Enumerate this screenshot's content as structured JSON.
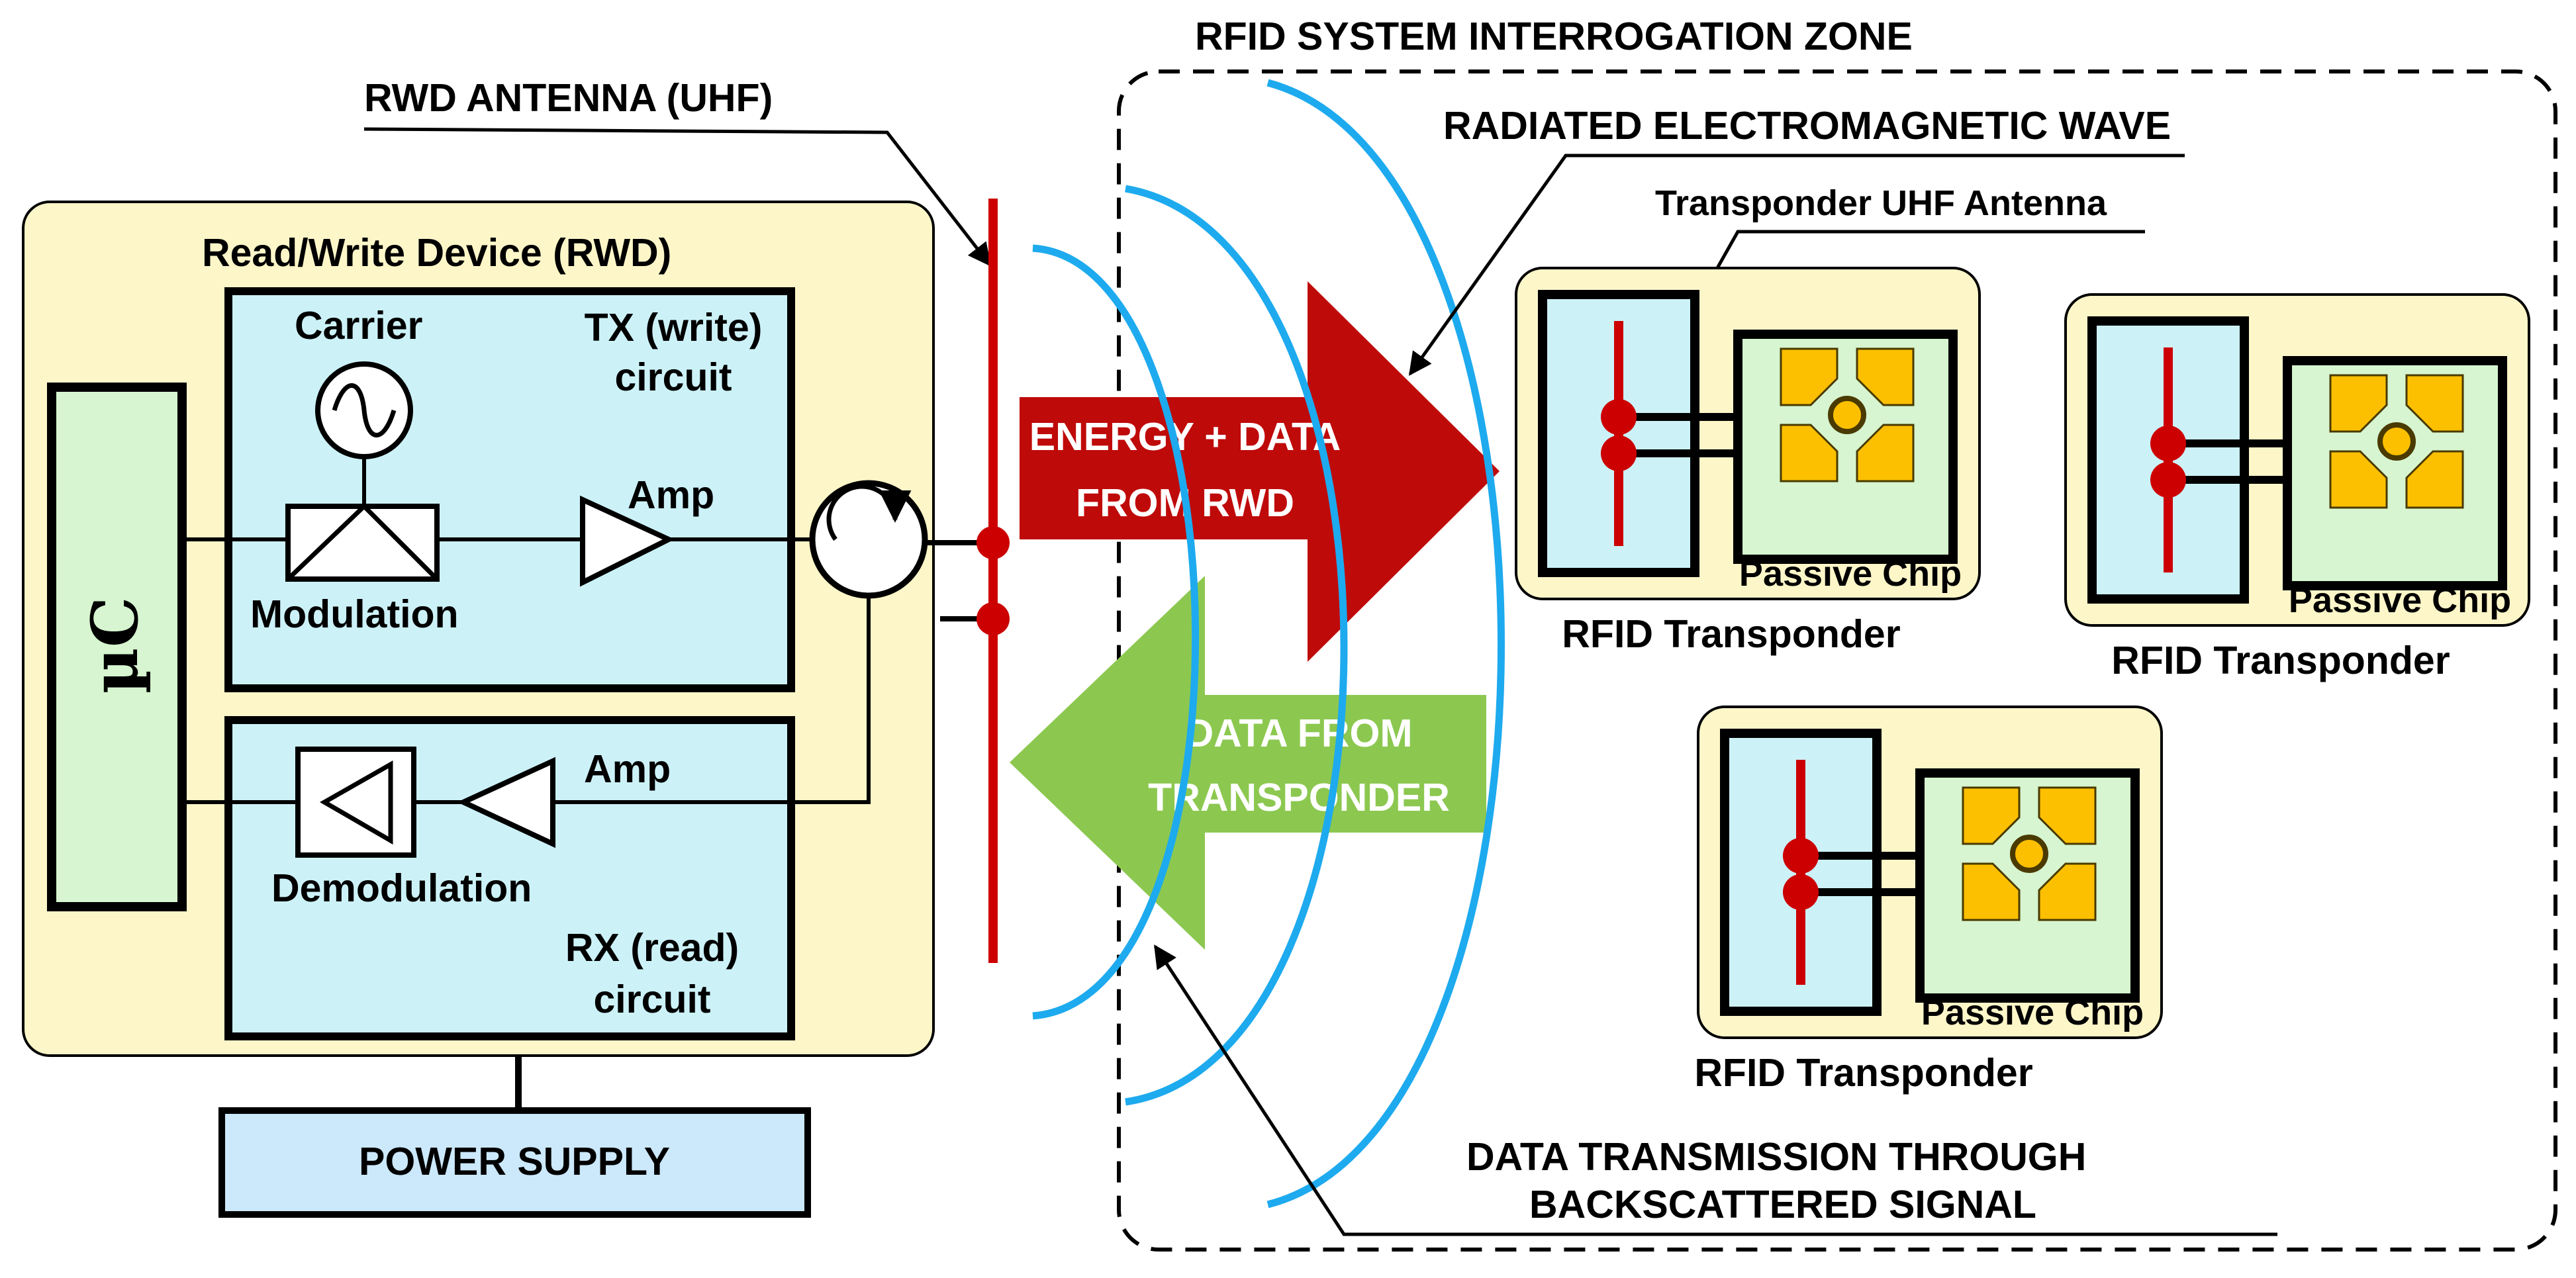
{
  "zone": {
    "title": "RFID SYSTEM INTERROGATION ZONE"
  },
  "labels": {
    "rwd_antenna": "RWD ANTENNA (UHF)",
    "radiated_wave": "RADIATED ELECTROMAGNETIC WAVE",
    "transponder_antenna": "Transponder UHF Antenna",
    "backscatter_line1": "DATA TRANSMISSION THROUGH",
    "backscatter_line2": "BACKSCATTERED SIGNAL"
  },
  "rwd": {
    "title": "Read/Write Device (RWD)",
    "microcontroller": "µC",
    "tx": {
      "carrier": "Carrier",
      "title_line1": "TX (write)",
      "title_line2": "circuit",
      "amp": "Amp",
      "modulation": "Modulation"
    },
    "rx": {
      "amp": "Amp",
      "demodulation": "Demodulation",
      "title_line1": "RX (read)",
      "title_line2": "circuit"
    }
  },
  "power_supply": "POWER SUPPLY",
  "arrows": {
    "energy_line1": "ENERGY + DATA",
    "energy_line2": "FROM RWD",
    "data_line1": "DATA FROM",
    "data_line2": "TRANSPONDER"
  },
  "transponders": [
    {
      "chip_label": "Passive Chip",
      "name": "RFID Transponder"
    },
    {
      "chip_label": "Passive Chip",
      "name": "RFID Transponder"
    },
    {
      "chip_label": "Passive Chip",
      "name": "RFID Transponder"
    }
  ],
  "colors": {
    "device_fill": "#fdf6c8",
    "circuit_fill": "#ccf2f8",
    "chip_fill": "#d6f5d0",
    "antenna_red": "#cc0000",
    "wave_blue": "#1eaaee",
    "energy_arrow": "#bf0a0a",
    "data_arrow": "#8cc850",
    "chip_gold": "#fcc000",
    "power_fill": "#cce8fb"
  }
}
